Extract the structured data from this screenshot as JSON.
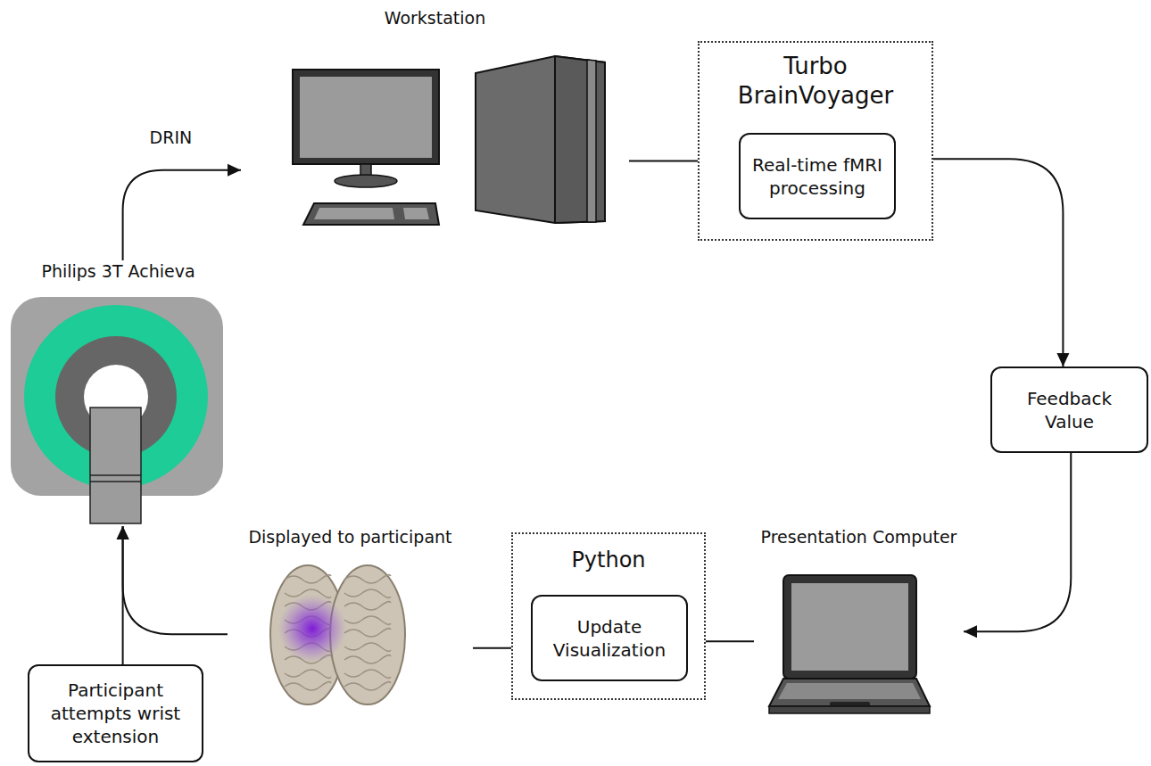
{
  "diagram": {
    "nodes": [
      {
        "text": [
          "Workstation"
        ]
      },
      {
        "text": [
          "Turbo BrainVoyager"
        ]
      },
      {
        "text": [
          "Real-time fMRI processing"
        ],
        "in": 1
      },
      {
        "text": [
          "Philips 3T Achieva"
        ]
      },
      {
        "text": [
          "Feedback Value"
        ]
      },
      {
        "text": [
          "Displayed to participant"
        ]
      },
      {
        "text": [
          "Python"
        ]
      },
      {
        "text": [
          "Update Visualization"
        ],
        "in": 6
      },
      {
        "text": [
          "Presentation Computer"
        ]
      },
      {
        "text": [
          "Participant attempts wrist extension"
        ]
      }
    ],
    "edges": [
      {
        "from": 3,
        "to": 0,
        "label": "DRIN",
        "arrow": "to"
      },
      {
        "from": 0,
        "to": 1,
        "arrow": "none"
      },
      {
        "from": 1,
        "to": 4,
        "arrow": "to"
      },
      {
        "from": 4,
        "to": 8,
        "arrow": "to"
      },
      {
        "from": 8,
        "to": 6,
        "arrow": "none"
      },
      {
        "from": 6,
        "to": 5,
        "arrow": "none"
      },
      {
        "from": 5,
        "to": 3,
        "arrow": "to"
      },
      {
        "from": 9,
        "to": 3,
        "arrow": "to"
      }
    ]
  }
}
